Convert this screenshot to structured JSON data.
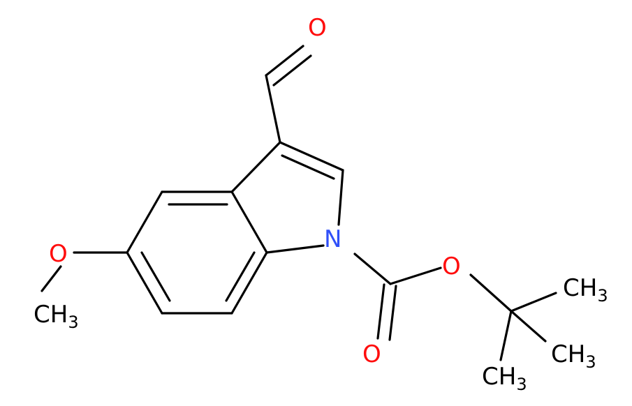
{
  "atoms": {
    "o_aldehyde": {
      "text": "O",
      "color": "#ff0d0d"
    },
    "n_indole": {
      "text": "N",
      "color": "#3050f8"
    },
    "o_methoxy": {
      "text": "O",
      "color": "#ff0d0d"
    },
    "o_ester": {
      "text": "O",
      "color": "#ff0d0d"
    },
    "o_carbonyl": {
      "text": "O",
      "color": "#ff0d0d"
    },
    "ch3_methoxy": {
      "main": "CH",
      "sub": "3"
    },
    "ch3_top": {
      "main": "CH",
      "sub": "3"
    },
    "ch3_right": {
      "main": "CH",
      "sub": "3"
    },
    "ch3_bottom": {
      "main": "CH",
      "sub": "3"
    }
  },
  "colors": {
    "bond": "#000000",
    "carbon_label": "#000000",
    "oxygen": "#ff0d0d",
    "nitrogen": "#3050f8"
  }
}
